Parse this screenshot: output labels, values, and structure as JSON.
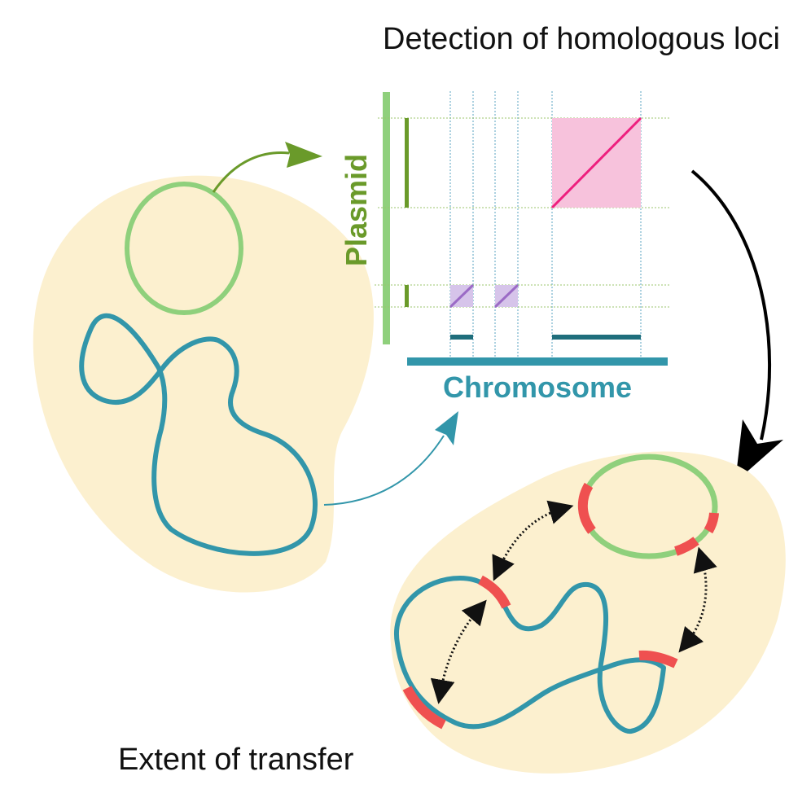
{
  "title": "Detection of homologous loci",
  "plasmid_label": "Plasmid",
  "chromosome_label": "Chromosome",
  "bottom_caption": "Extent of transfer",
  "colors": {
    "cell": "#fcf0cf",
    "plasmid": "#8fd07c",
    "plasmid_axis": "#6a9a2a",
    "chromosome": "#3296aa",
    "chromosome_dark": "#1f6e7c",
    "homolog": "#ef5050",
    "pink_box": "#f7c2dc",
    "pink_line": "#ee1f7e",
    "purple_box": "#d6c4ea",
    "purple_line": "#9b6bc6",
    "grid": "#5aa3c2",
    "grid_h": "#9bc46e",
    "arrow_black": "#000000"
  }
}
